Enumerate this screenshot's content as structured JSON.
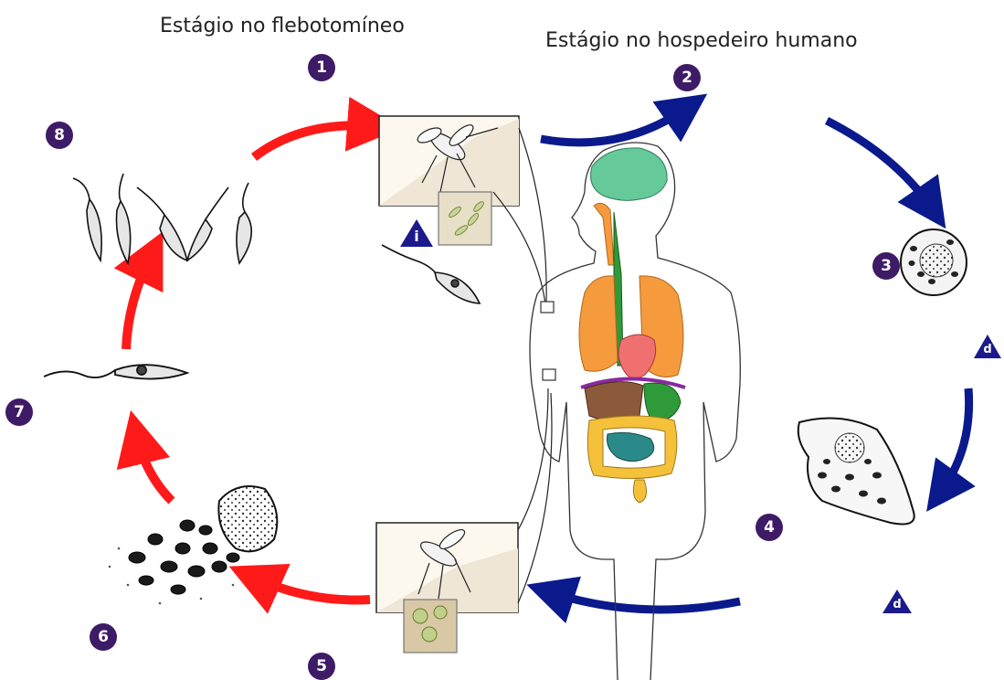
{
  "titles": {
    "sandfly_stage": "Estágio no flebotomíneo",
    "human_stage": "Estágio no hospedeiro humano"
  },
  "steps": [
    "1",
    "2",
    "3",
    "4",
    "5",
    "6",
    "7",
    "8"
  ],
  "stage_markers": {
    "infective": "i",
    "diagnostic": "d"
  },
  "colors": {
    "sandfly_cycle_arrow": "#ff1a1a",
    "human_cycle_arrow": "#0a1a8c",
    "step_badge": "#3e1b66",
    "stage_marker": "#1a1a8c",
    "brain": "#66c99a",
    "lungs": "#f59a3d",
    "heart": "#f07070",
    "liver": "#8a5a3a",
    "stomach": "#2f9a3a",
    "intestine": "#f5c03a",
    "small_intestine": "#2a8a8a"
  }
}
